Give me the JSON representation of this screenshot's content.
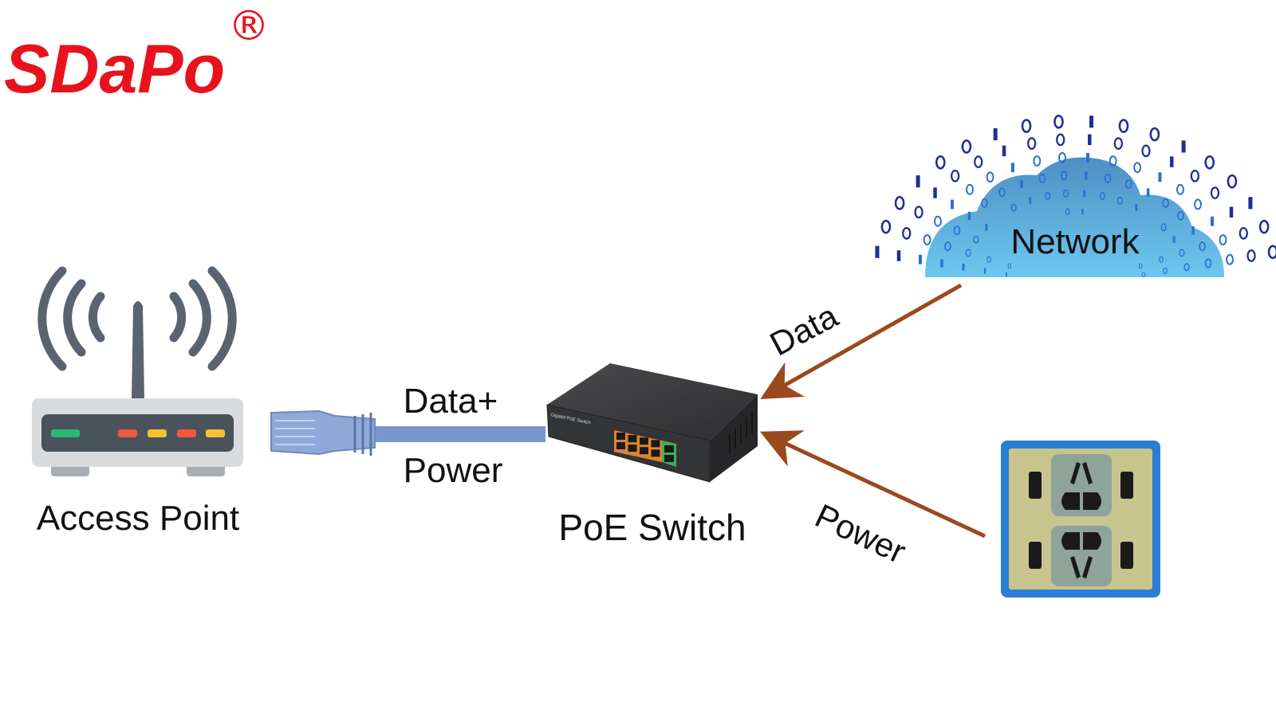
{
  "logo": {
    "text": "SDaPo",
    "registered": "®",
    "color": "#e8121c"
  },
  "nodes": {
    "access_point": {
      "label": "Access Point"
    },
    "switch": {
      "label": "PoE Switch",
      "device_text": "Gigabit PoE Switch"
    },
    "network": {
      "label": "Network"
    },
    "power_outlet": {
      "label": ""
    }
  },
  "links": {
    "cable_top": "Data+",
    "cable_bottom": "Power",
    "network_to_switch": "Data",
    "outlet_to_switch": "Power"
  },
  "colors": {
    "arrow": "#9a4a1c",
    "cable": "#7a96cc",
    "outlet_frame": "#2a7fd4",
    "outlet_face": "#c8c48e",
    "cloud": "#5aa8dc",
    "router_wave": "#5a6470"
  }
}
